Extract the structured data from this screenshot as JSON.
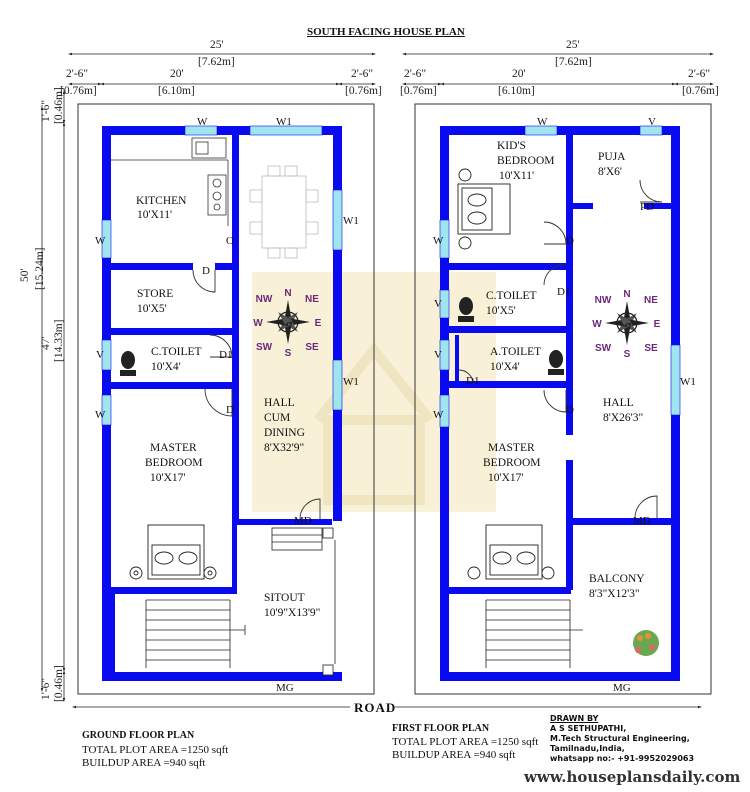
{
  "title": "SOUTH FACING HOUSE PLAN",
  "dims": {
    "total_width": "25'",
    "total_width_m": "[7.62m]",
    "side": "2'-6\"",
    "side_m": "[0.76m]",
    "inner": "20'",
    "inner_m": "[6.10m]",
    "total_depth": "50'",
    "total_depth_m": "[15.24m]",
    "inner_depth": "47'",
    "inner_depth_m": "[14.33m]",
    "edge": "1'-6\"",
    "edge_m": "[0.46m]"
  },
  "ground": {
    "labels": {
      "w": "W",
      "w1": "W1",
      "v": "V",
      "d": "D",
      "d1": "D1",
      "md": "MD",
      "mg": "MG",
      "o": "O"
    },
    "rooms": {
      "kitchen": "KITCHEN",
      "kitchen_size": "10'X11'",
      "store": "STORE",
      "store_size": "10'X5'",
      "toilet": "C.TOILET",
      "toilet_size": "10'X4'",
      "master": "MASTER",
      "master2": "BEDROOM",
      "master_size": "10'X17'",
      "hall": "HALL",
      "hall2": "CUM",
      "hall3": "DINING",
      "hall_size": "8'X32'9\"",
      "sitout": "SITOUT",
      "sitout_size": "10'9\"X13'9\""
    },
    "caption": "GROUND FLOOR PLAN",
    "plot_area": "TOTAL PLOT AREA =1250 sqft",
    "buildup_area": "BUILDUP AREA =940 sqft"
  },
  "first": {
    "labels": {
      "w": "W",
      "w1": "W1",
      "v": "V",
      "d": "D",
      "d1": "D1",
      "md": "MD",
      "mg": "MG",
      "pd": "PD"
    },
    "rooms": {
      "kids": "KID'S",
      "kids2": "BEDROOM",
      "kids_size": "10'X11'",
      "puja": "PUJA",
      "puja_size": "8'X6'",
      "ctoilet": "C.TOILET",
      "ctoilet_size": "10'X5'",
      "atoilet": "A.TOILET",
      "atoilet_size": "10'X4'",
      "hall": "HALL",
      "hall_size": "8'X26'3\"",
      "master": "MASTER",
      "master2": "BEDROOM",
      "master_size": "10'X17'",
      "balcony": "BALCONY",
      "balcony_size": "8'3\"X12'3\""
    },
    "caption": "FIRST FLOOR PLAN",
    "plot_area": "TOTAL PLOT AREA =1250 sqft",
    "buildup_area": "BUILDUP AREA =940 sqft"
  },
  "compass": {
    "n": "N",
    "s": "S",
    "e": "E",
    "w": "W",
    "ne": "NE",
    "nw": "NW",
    "se": "SE",
    "sw": "SW"
  },
  "road": "ROAD",
  "watermark": "HOUSE PLANS DAILY",
  "credits": {
    "drawn_by": "DRAWN BY",
    "name": "A S SETHUPATHI,",
    "degree": "M.Tech Structural Engineering,",
    "place": "Tamilnadu,India,",
    "phone": "whatsapp no:- +91-9952029063"
  },
  "url": "www.houseplansdaily.com",
  "colors": {
    "wall": "#0a0af0",
    "window": "#9fe5ef",
    "watermark": "#f3e7b8"
  }
}
